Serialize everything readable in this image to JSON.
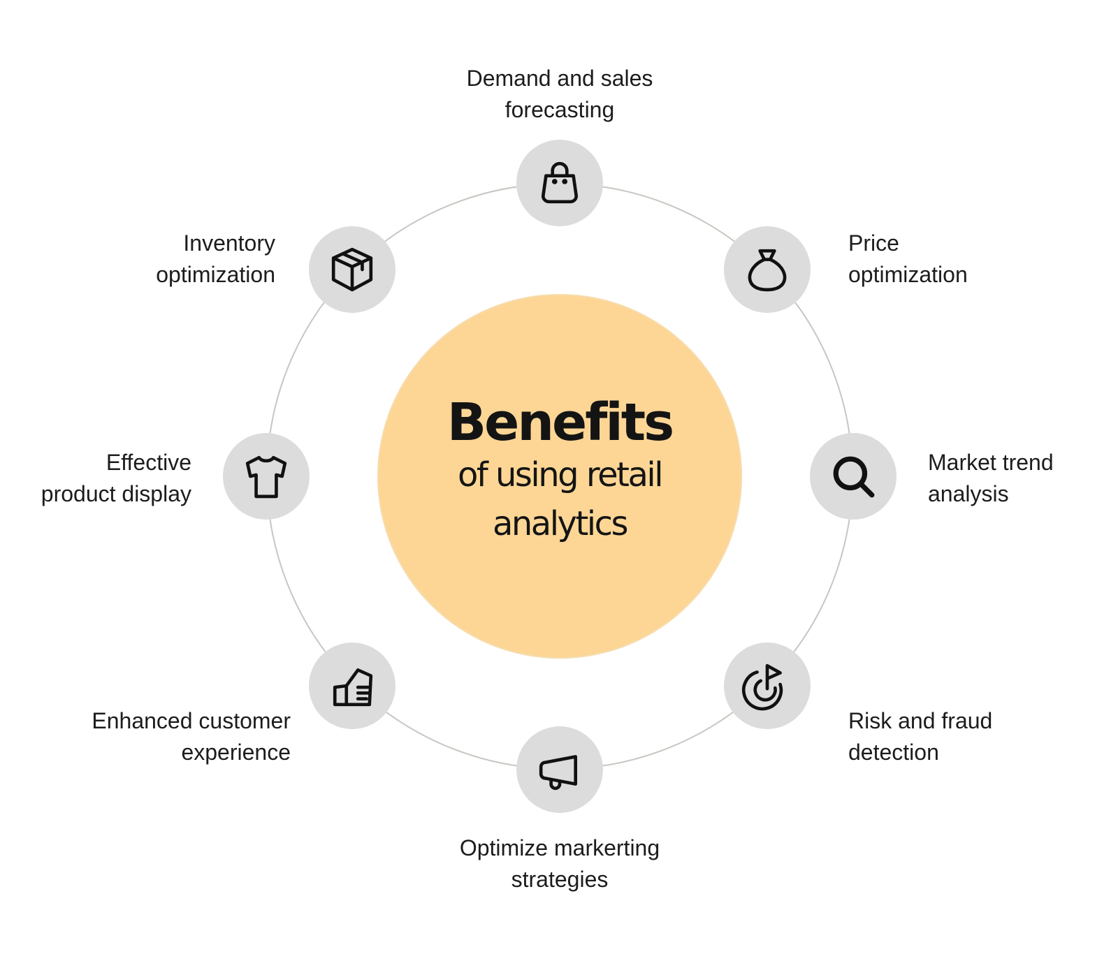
{
  "center": {
    "title": "Benefits",
    "subtitle": "of using retail analytics"
  },
  "colors": {
    "center_fill": "#fdd695",
    "node_fill": "#dcdcdc",
    "ring": "#c9c6c1",
    "text": "#1c1c1c"
  },
  "benefits": [
    {
      "label": "Demand and sales\nforecasting",
      "icon": "shopping-bag-icon"
    },
    {
      "label": "Price\noptimization",
      "icon": "money-bag-icon"
    },
    {
      "label": "Market trend\nanalysis",
      "icon": "magnifier-icon"
    },
    {
      "label": "Risk and fraud\ndetection",
      "icon": "target-flag-icon"
    },
    {
      "label": "Optimize markerting\nstrategies",
      "icon": "megaphone-icon"
    },
    {
      "label": "Enhanced customer\nexperience",
      "icon": "hand-card-icon"
    },
    {
      "label": "Effective\nproduct display",
      "icon": "t-shirt-icon"
    },
    {
      "label": "Inventory\noptimization",
      "icon": "package-box-icon"
    }
  ]
}
